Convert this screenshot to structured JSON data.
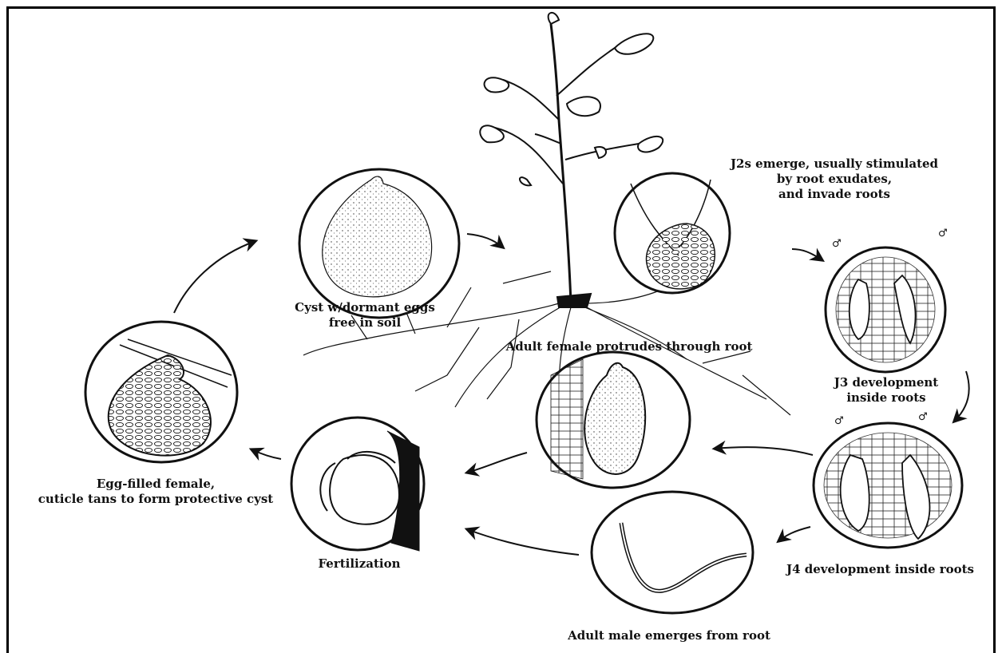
{
  "labels": {
    "cyst": "Cyst w/dormant eggs\nfree in soil",
    "adult_female": "Adult female protrudes through root",
    "j2": "J2s emerge, usually stimulated\nby root exudates,\nand invade roots",
    "j3": "J3 development\ninside roots",
    "j4": "J4 development inside roots",
    "adult_male": "Adult male emerges from root",
    "fertilization": "Fertilization",
    "egg_filled": "Egg-filled female,\ncuticle tans to form protective cyst"
  },
  "male_symbol": "♂",
  "colors": {
    "ink": "#111111",
    "paper": "#ffffff"
  }
}
